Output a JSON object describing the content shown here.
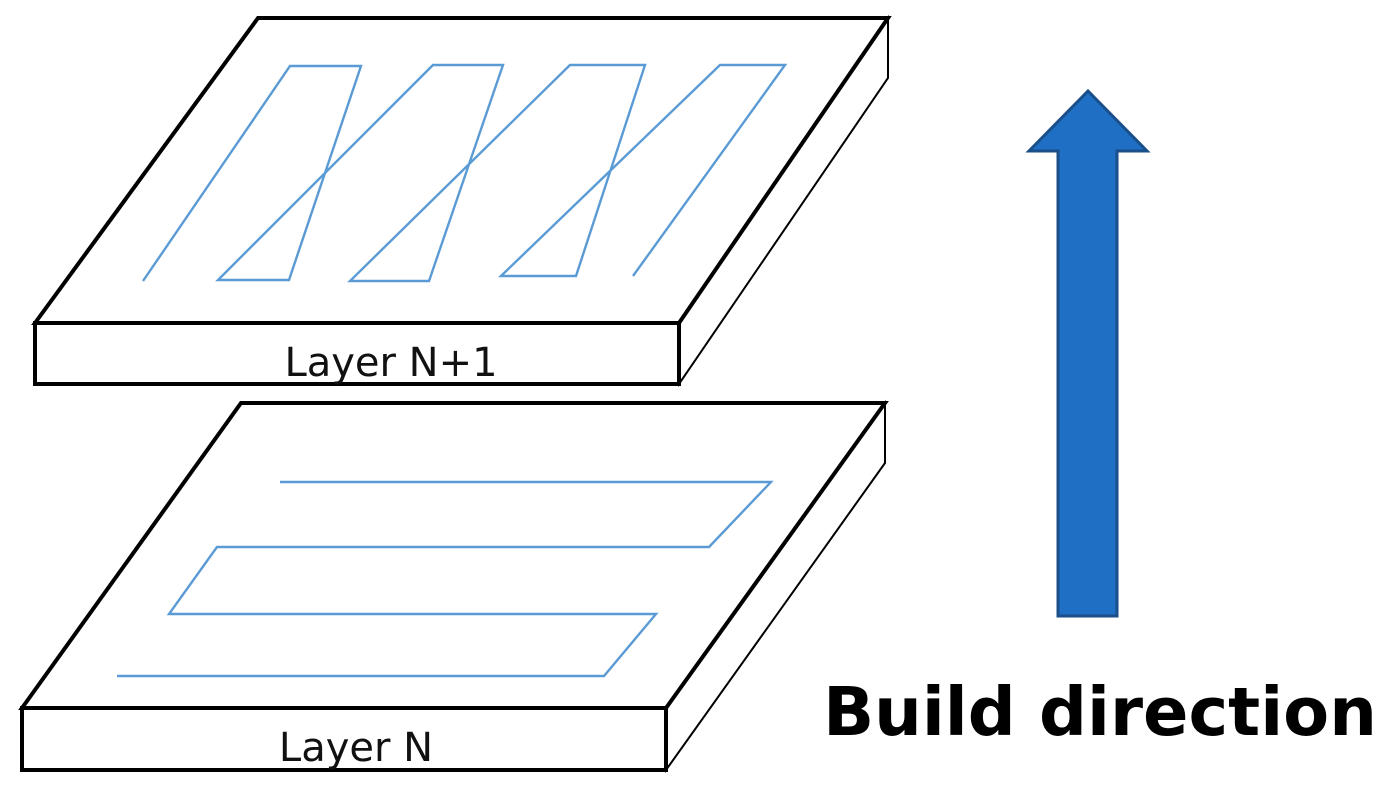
{
  "layers": {
    "upper": {
      "label": "Layer N+1",
      "scan_direction": "diagonal"
    },
    "lower": {
      "label": "Layer N",
      "scan_direction": "horizontal"
    }
  },
  "build": {
    "label": "Build direction",
    "arrow_direction": "up"
  },
  "colors": {
    "scan_path": "#5b9bd5",
    "arrow_fill": "#1f6fc5",
    "arrow_stroke": "#1a4f8a",
    "outline": "#000000",
    "background": "#ffffff"
  }
}
